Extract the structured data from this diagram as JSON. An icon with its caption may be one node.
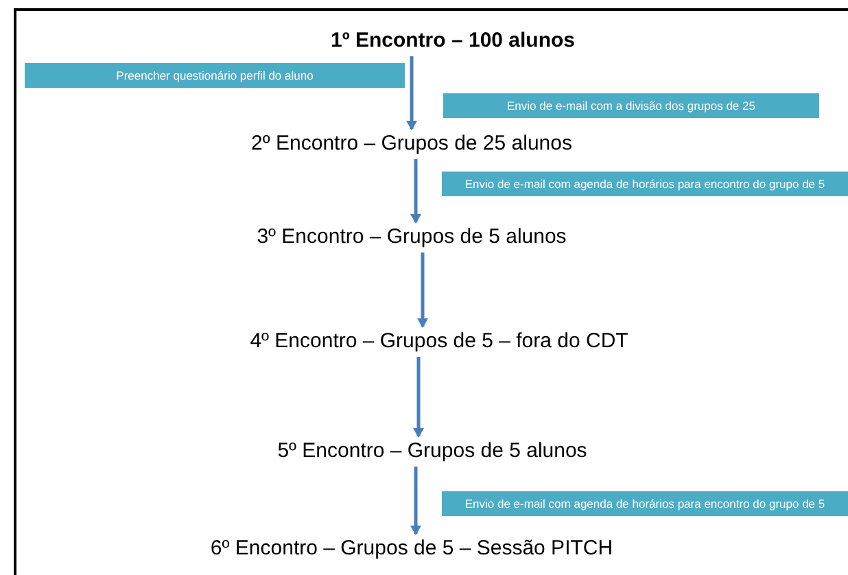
{
  "diagram": {
    "nodes": [
      {
        "text": [
          "1º Encontro – 100 alunos"
        ]
      },
      {
        "text": [
          "2º Encontro – Grupos de 25 alunos"
        ]
      },
      {
        "text": [
          "3º Encontro – Grupos de 5 alunos"
        ]
      },
      {
        "text": [
          "4º Encontro – Grupos de 5 – fora do CDT"
        ]
      },
      {
        "text": [
          "5º Encontro – Grupos de 5 alunos"
        ]
      },
      {
        "text": [
          "6º Encontro – Grupos de 5 – Sessão PITCH"
        ]
      },
      {
        "text": [
          "Preencher questionário perfil do aluno"
        ]
      },
      {
        "text": [
          "Envio de e-mail com a divisão dos grupos de 25"
        ]
      },
      {
        "text": [
          "Envio de e-mail com agenda de horários para encontro do grupo de 5"
        ]
      },
      {
        "text": [
          "Envio de e-mail com agenda de horários para encontro do grupo de 5"
        ]
      }
    ],
    "edges": [
      {
        "from": 0,
        "to": 1,
        "arrow": "to"
      },
      {
        "from": 1,
        "to": 2,
        "arrow": "to"
      },
      {
        "from": 2,
        "to": 3,
        "arrow": "to"
      },
      {
        "from": 3,
        "to": 4,
        "arrow": "to"
      },
      {
        "from": 4,
        "to": 5,
        "arrow": "to"
      }
    ]
  }
}
